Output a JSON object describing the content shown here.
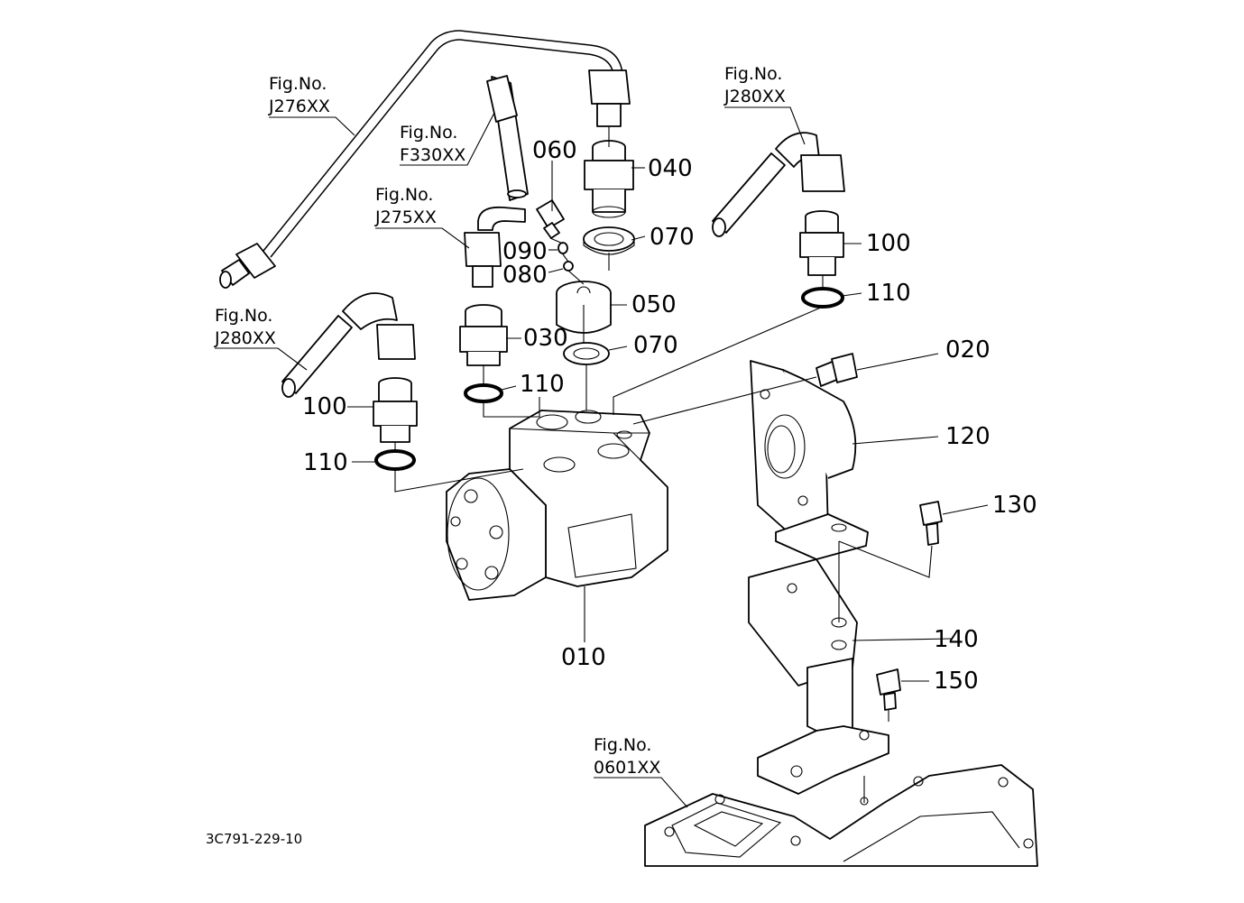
{
  "drawing_code": "3C791-229-10",
  "fig_refs": {
    "j276": {
      "label": "Fig.No.",
      "code": "J276XX"
    },
    "f330": {
      "label": "Fig.No.",
      "code": "F330XX"
    },
    "j275": {
      "label": "Fig.No.",
      "code": "J275XX"
    },
    "j280_top": {
      "label": "Fig.No.",
      "code": "J280XX"
    },
    "j280_left": {
      "label": "Fig.No.",
      "code": "J280XX"
    },
    "f0601": {
      "label": "Fig.No.",
      "code": "0601XX"
    }
  },
  "callouts": {
    "p010": "010",
    "p020": "020",
    "p030": "030",
    "p040": "040",
    "p050": "050",
    "p060": "060",
    "p070_top": "070",
    "p070_mid": "070",
    "p080": "080",
    "p090": "090",
    "p100_right": "100",
    "p100_left": "100",
    "p110_right": "110",
    "p110_mid": "110",
    "p110_left": "110",
    "p120": "120",
    "p130": "130",
    "p140": "140",
    "p150": "150"
  }
}
